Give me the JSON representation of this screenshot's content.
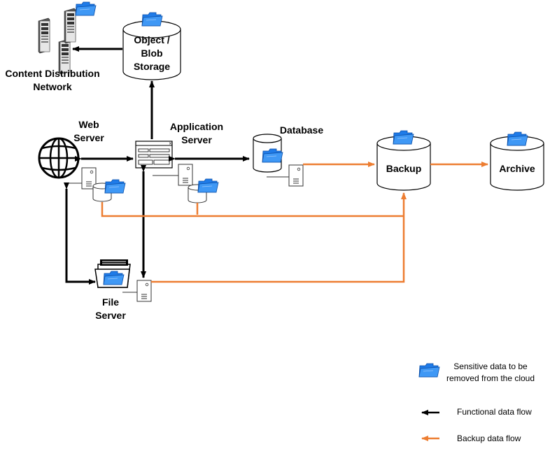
{
  "labels": {
    "cdn_line1": "Content Distribution",
    "cdn_line2": "Network",
    "object_line1": "Object /",
    "object_line2": "Blob",
    "object_line3": "Storage",
    "web_line1": "Web",
    "web_line2": "Server",
    "app_line1": "Application",
    "app_line2": "Server",
    "database": "Database",
    "backup": "Backup",
    "archive": "Archive",
    "file_line1": "File",
    "file_line2": "Server"
  },
  "legend": {
    "sensitive_line1": "Sensitive data to be",
    "sensitive_line2": "removed from the cloud",
    "functional": "Functional data flow",
    "backup": "Backup data flow"
  },
  "colors": {
    "functional": "#000000",
    "backup": "#ED7D31",
    "folder": "#1F7BE8"
  },
  "icons": [
    "server-rack-icon",
    "globe-icon",
    "application-window-icon",
    "small-server-icon",
    "disk-icon",
    "open-folder-icon",
    "blue-folder-icon"
  ]
}
